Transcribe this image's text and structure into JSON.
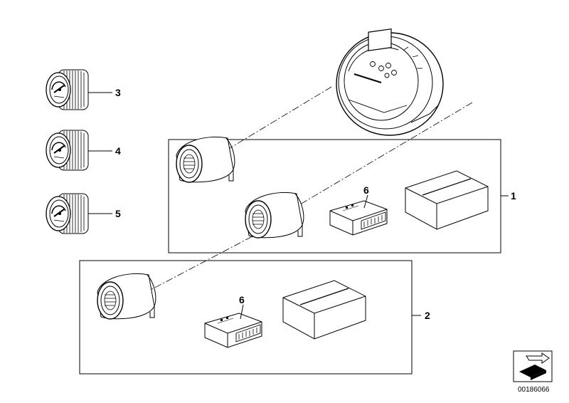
{
  "callouts": {
    "kit_1": "1",
    "kit_2": "2",
    "gauge_3": "3",
    "gauge_4": "4",
    "gauge_5": "5",
    "module_6_kit1": "6",
    "module_6_kit2": "6"
  },
  "doc_number": "00186066",
  "icons": {
    "nav": "arrow-corner-icon"
  }
}
